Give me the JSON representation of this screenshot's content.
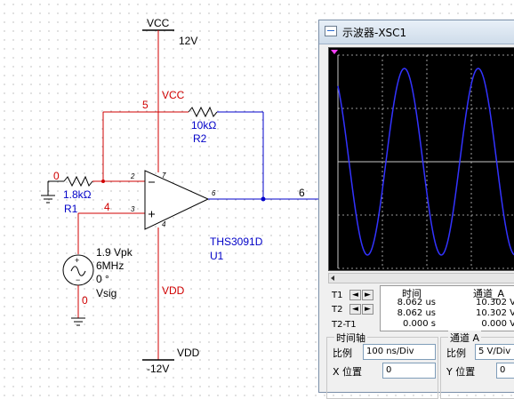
{
  "schematic": {
    "vcc_label_top": "VCC",
    "vcc_value": "12V",
    "vcc_label_red": "VCC",
    "net_5": "5",
    "net_0_top": "0",
    "net_4": "4",
    "net_6": "6",
    "net_0_bottom": "0",
    "r2_value": "10kΩ",
    "r2_name": "R2",
    "r1_value": "1.8kΩ",
    "r1_name": "R1",
    "pin_2": "2",
    "pin_3": "3",
    "pin_6": "6",
    "pin_7": "7",
    "pin_4": "4",
    "opamp_model": "THS3091D",
    "opamp_name": "U1",
    "vsig_amplitude": "1.9 Vpk",
    "vsig_freq": "6MHz",
    "vsig_phase": "0 °",
    "vsig_name": "Vsig",
    "vdd_label_red": "VDD",
    "vdd_label": "VDD",
    "vdd_value": "-12V",
    "colors": {
      "wire_red": "#d00000",
      "wire_black": "#000000",
      "wire_blue": "#0000cc",
      "label_blue": "#0000c8"
    }
  },
  "scope": {
    "title": "示波器-XSC1",
    "icon": "oscilloscope-icon",
    "trace_color": "#3333ff",
    "grid_color": "#c8c8c8",
    "readout": {
      "t1_label": "T1",
      "t2_label": "T2",
      "t2t1_label": "T2-T1",
      "col_time": "时间",
      "col_channel": "通道_A",
      "t1_time": "8.062 us",
      "t1_value": "10.302 V",
      "t2_time": "8.062 us",
      "t2_value": "10.302 V",
      "dt_time": "0.000 s",
      "dt_value": "0.000 V"
    },
    "timebase": {
      "group_label": "时间轴",
      "scale_label": "比例",
      "scale_value": "100 ns/Div",
      "xpos_label": "X 位置",
      "xpos_value": "0"
    },
    "channel_a": {
      "group_label": "通道 A",
      "scale_label": "比例",
      "scale_value": "5  V/Div",
      "ypos_label": "Y 位置",
      "ypos_value": "0"
    }
  }
}
